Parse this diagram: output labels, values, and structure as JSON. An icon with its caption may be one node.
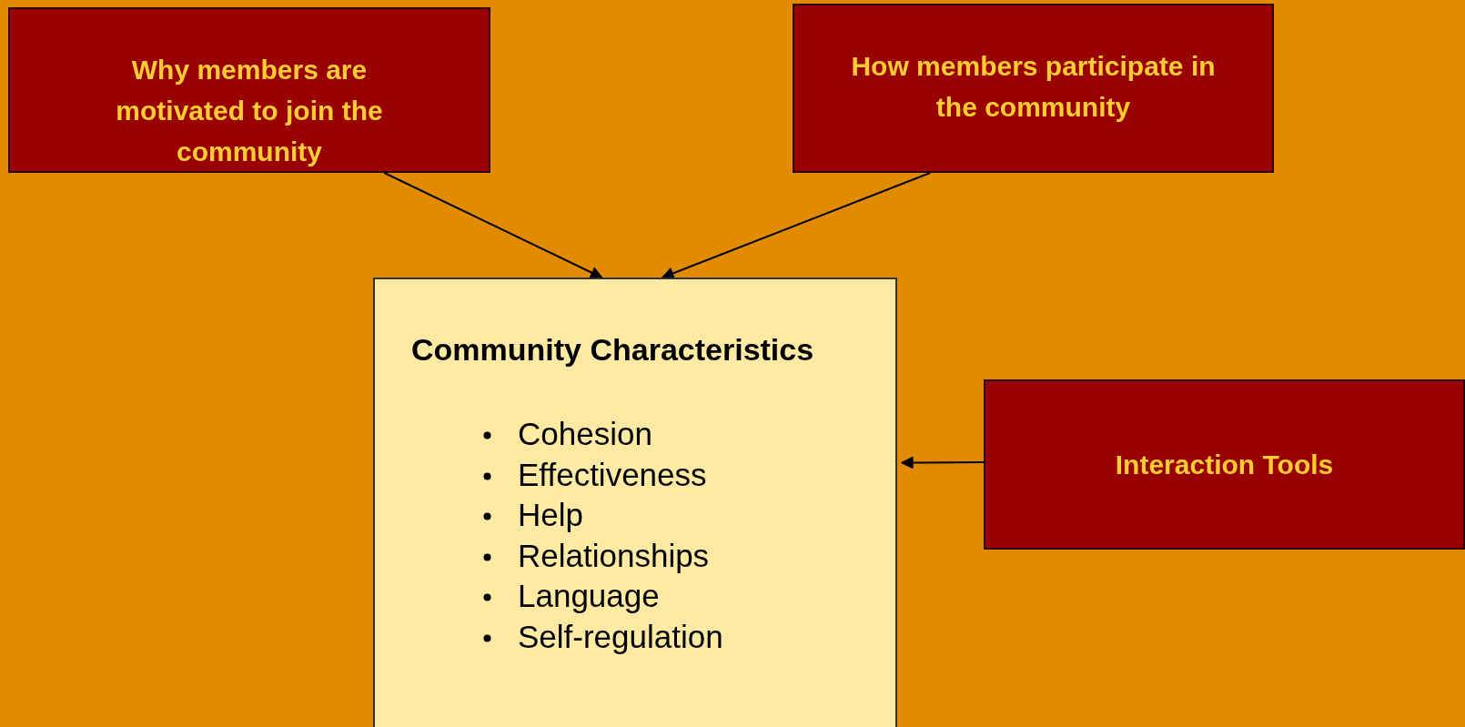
{
  "diagram": {
    "nodes": [
      {
        "text": [
          "Why members are motivated to join the community"
        ]
      },
      {
        "text": [
          "How members participate in the community"
        ]
      },
      {
        "text": [
          "Community Characteristics",
          "Cohesion",
          "Effectiveness",
          "Help",
          "Relationships",
          "Language",
          "Self-regulation"
        ]
      },
      {
        "text": [
          "Interaction Tools"
        ]
      }
    ],
    "edges": [
      {
        "from": 0,
        "to": 2,
        "arrow": "to"
      },
      {
        "from": 1,
        "to": 2,
        "arrow": "to"
      },
      {
        "from": 3,
        "to": 2,
        "arrow": "to"
      }
    ]
  }
}
